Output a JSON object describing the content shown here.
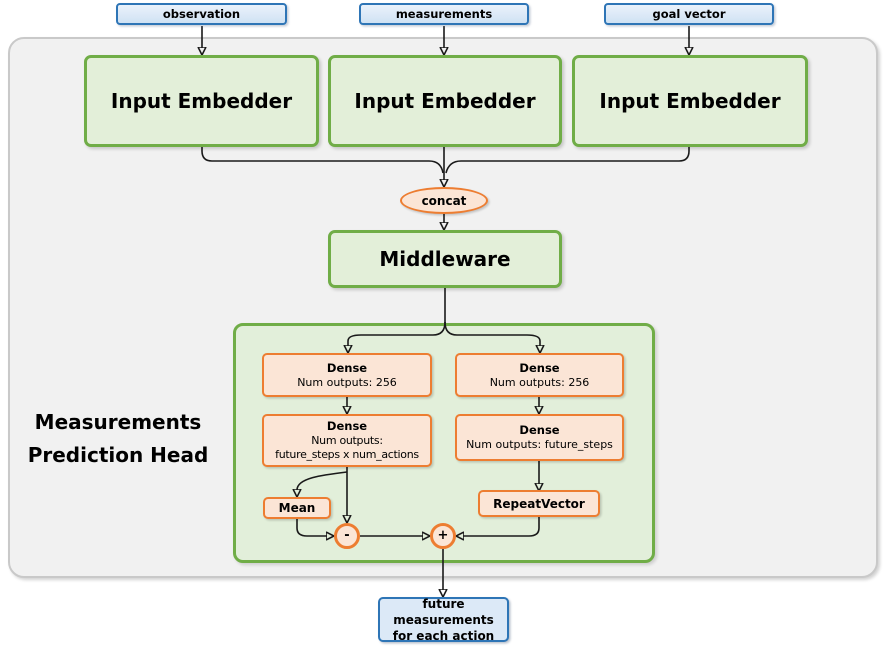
{
  "colors": {
    "blue_border": "#2E75B6",
    "blue_fill": "#DCE9F7",
    "green_border": "#70AD47",
    "green_fill": "#E3EFD9",
    "orange_border": "#ED7D31",
    "orange_fill": "#FBE5D6",
    "container_fill": "#F1F1F1",
    "container_border": "#C9C9C9",
    "wire_color": "#1A1A1A"
  },
  "inputs": [
    {
      "label": "observation"
    },
    {
      "label": "measurements"
    },
    {
      "label": "goal vector"
    }
  ],
  "embedders": [
    {
      "label": "Input Embedder"
    },
    {
      "label": "Input Embedder"
    },
    {
      "label": "Input Embedder"
    }
  ],
  "concat": {
    "label": "concat"
  },
  "middleware": {
    "label": "Middleware"
  },
  "prediction_head": {
    "title": "Measurements\nPrediction Head",
    "dense_action_1": {
      "title": "Dense",
      "subtitle": "Num outputs: 256"
    },
    "dense_action_2": {
      "title": "Dense",
      "subtitle": "Num outputs:\nfuture_steps x num_actions"
    },
    "dense_expect_1": {
      "title": "Dense",
      "subtitle": "Num outputs: 256"
    },
    "dense_expect_2": {
      "title": "Dense",
      "subtitle": "Num outputs: future_steps"
    },
    "mean": {
      "label": "Mean"
    },
    "repeat_vector": {
      "label": "RepeatVector"
    },
    "minus": {
      "label": "-"
    },
    "plus": {
      "label": "+"
    }
  },
  "output": {
    "label": "future measurements\nfor each action"
  }
}
